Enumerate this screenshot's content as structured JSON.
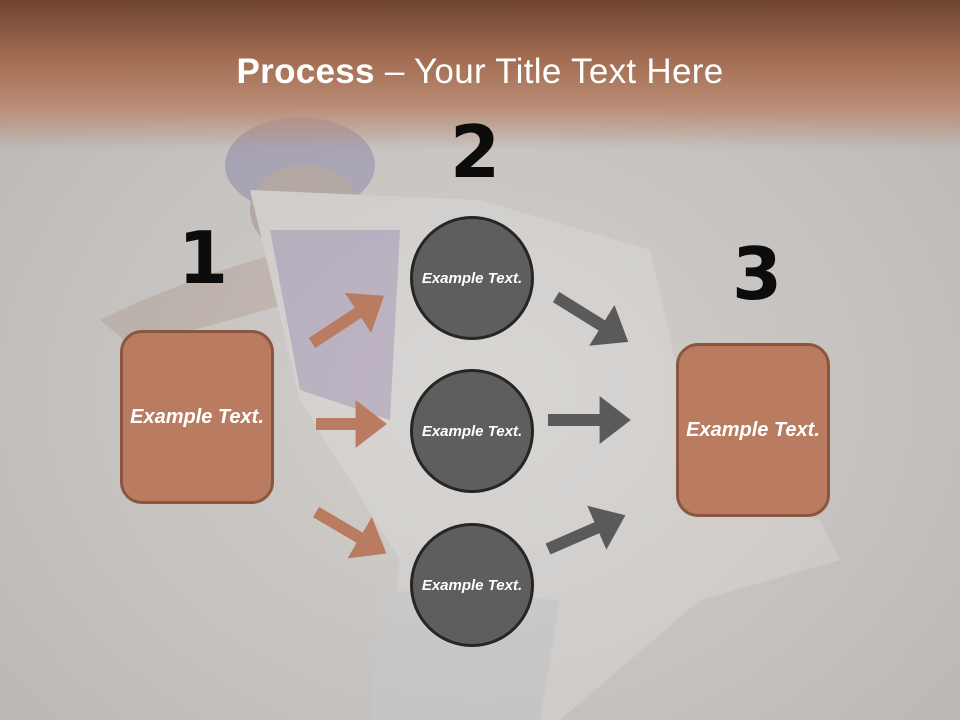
{
  "title": {
    "bold": "Process",
    "rest": " – Your Title Text Here"
  },
  "steps": [
    {
      "number": "1",
      "text": "Example Text."
    },
    {
      "number": "2"
    },
    {
      "number": "3",
      "text": "Example Text."
    }
  ],
  "circles": [
    {
      "text": "Example Text."
    },
    {
      "text": "Example Text."
    },
    {
      "text": "Example Text."
    }
  ],
  "colors": {
    "header_dark": "#6e4431",
    "box_fill": "#b97c61",
    "box_border": "#8a5640",
    "circle_fill": "#5e5e5e",
    "circle_border": "#262626",
    "arrow_left": "#b97c61",
    "arrow_right": "#5a5a5a"
  }
}
